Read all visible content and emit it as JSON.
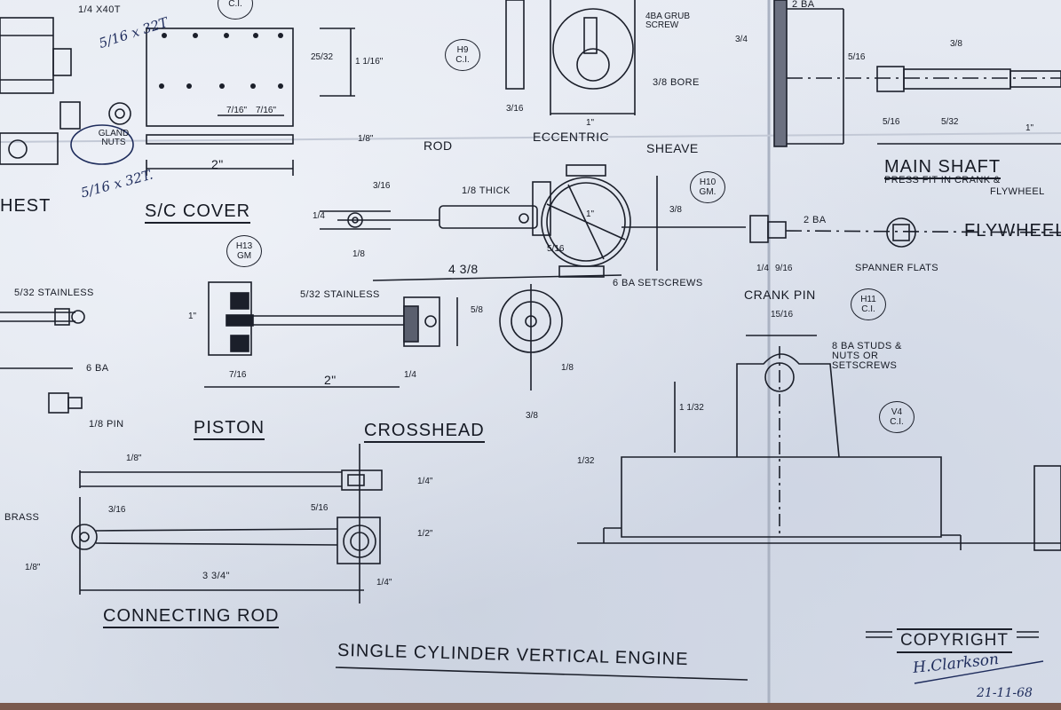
{
  "labels": {
    "chest": "HEST",
    "sc_cover": "S/C COVER",
    "piston": "PISTON",
    "crosshead": "CROSSHEAD",
    "connecting_rod": "CONNECTING   ROD",
    "eccentric": "ECCENTRIC",
    "sheave": "SHEAVE",
    "rod": "ROD",
    "main_shaft": "MAIN SHAFT",
    "press_fit": "PRESS FIT IN CRANK &",
    "flywheel_short": "FLYWHEEL",
    "flywheel": "FLYWHEEL",
    "spanner_flats": "SPANNER FLATS",
    "crank_pin": "CRANK PIN",
    "grub_screw": "4BA GRUB SCREW",
    "bore": "3/8 BORE",
    "thick": "1/8 THICK",
    "setscrews": "6 BA SETSCREWS",
    "two_ba_top": "2 BA",
    "two_ba": "2 BA",
    "stainless_left": "5/32 STAINLESS",
    "stainless_mid": "5/32 STAINLESS",
    "six_ba": "6 BA",
    "pin": "1/8 PIN",
    "brass": "BRASS",
    "gland_nuts": "GLAND NUTS",
    "studs": "8 BA STUDS & NUTS OR SETSCREWS",
    "x40t": "1/4 X40T",
    "title": "SINGLE CYLINDER  VERTICAL  ENGINE",
    "copyright": "COPYRIGHT",
    "signature": "H.Clarkson",
    "date": "21-11-68"
  },
  "handwritten": {
    "thread_top": "5/16 x 32T",
    "thread_mid": "5/16 x 32T."
  },
  "material_tags": [
    {
      "code": "C.I.",
      "grade": ""
    },
    {
      "code": "H9",
      "grade": "C.I."
    },
    {
      "code": "H10",
      "grade": "GM."
    },
    {
      "code": "H13",
      "grade": "GM"
    },
    {
      "code": "H11",
      "grade": "C.I."
    },
    {
      "code": "V4",
      "grade": "C.I."
    }
  ],
  "dimensions": {
    "cover_width": "2\"",
    "cover_25_32": "25/32",
    "cover_1_1_16": "1 1/16\"",
    "cover_7_16a": "7/16\"",
    "cover_7_16b": "7/16\"",
    "cover_1_8": "1/8\"",
    "ecc_1": "1\"",
    "ecc_3_16": "3/16",
    "ecc_3_8": "3/8",
    "ecc_dia": "1\"",
    "ecc_5_16": "5/16",
    "rod_3_16": "3/16",
    "rod_1_4": "1/4",
    "rod_1_8": "1/8",
    "rod_4_3_8": "4 3/8",
    "shaft_5_16a": "5/16",
    "shaft_3_8": "3/8",
    "shaft_5_16b": "5/16",
    "shaft_5_32": "5/32",
    "shaft_1": "1\"",
    "shaft_3_4": "3/4",
    "piston_7_16": "7/16",
    "piston_2": "2\"",
    "piston_1": "1\"",
    "ch_5_8": "5/8",
    "ch_1_4": "1/4",
    "ch_1_8": "1/8",
    "ch_3_8": "3/8",
    "crank_1_4": "1/4",
    "crank_9_16": "9/16",
    "base_15_16": "15/16",
    "base_1_1_32": "1 1/32",
    "base_1_32": "1/32",
    "cr_1_8": "1/8\"",
    "cr_1_4": "1/4\"",
    "cr_3_16": "3/16",
    "cr_5_16": "5/16",
    "cr_1_2": "1/2\"",
    "cr_3_3_4": "3 3/4\"",
    "cr_1_8b": "1/8\"",
    "cr_1_4b": "1/4\""
  }
}
